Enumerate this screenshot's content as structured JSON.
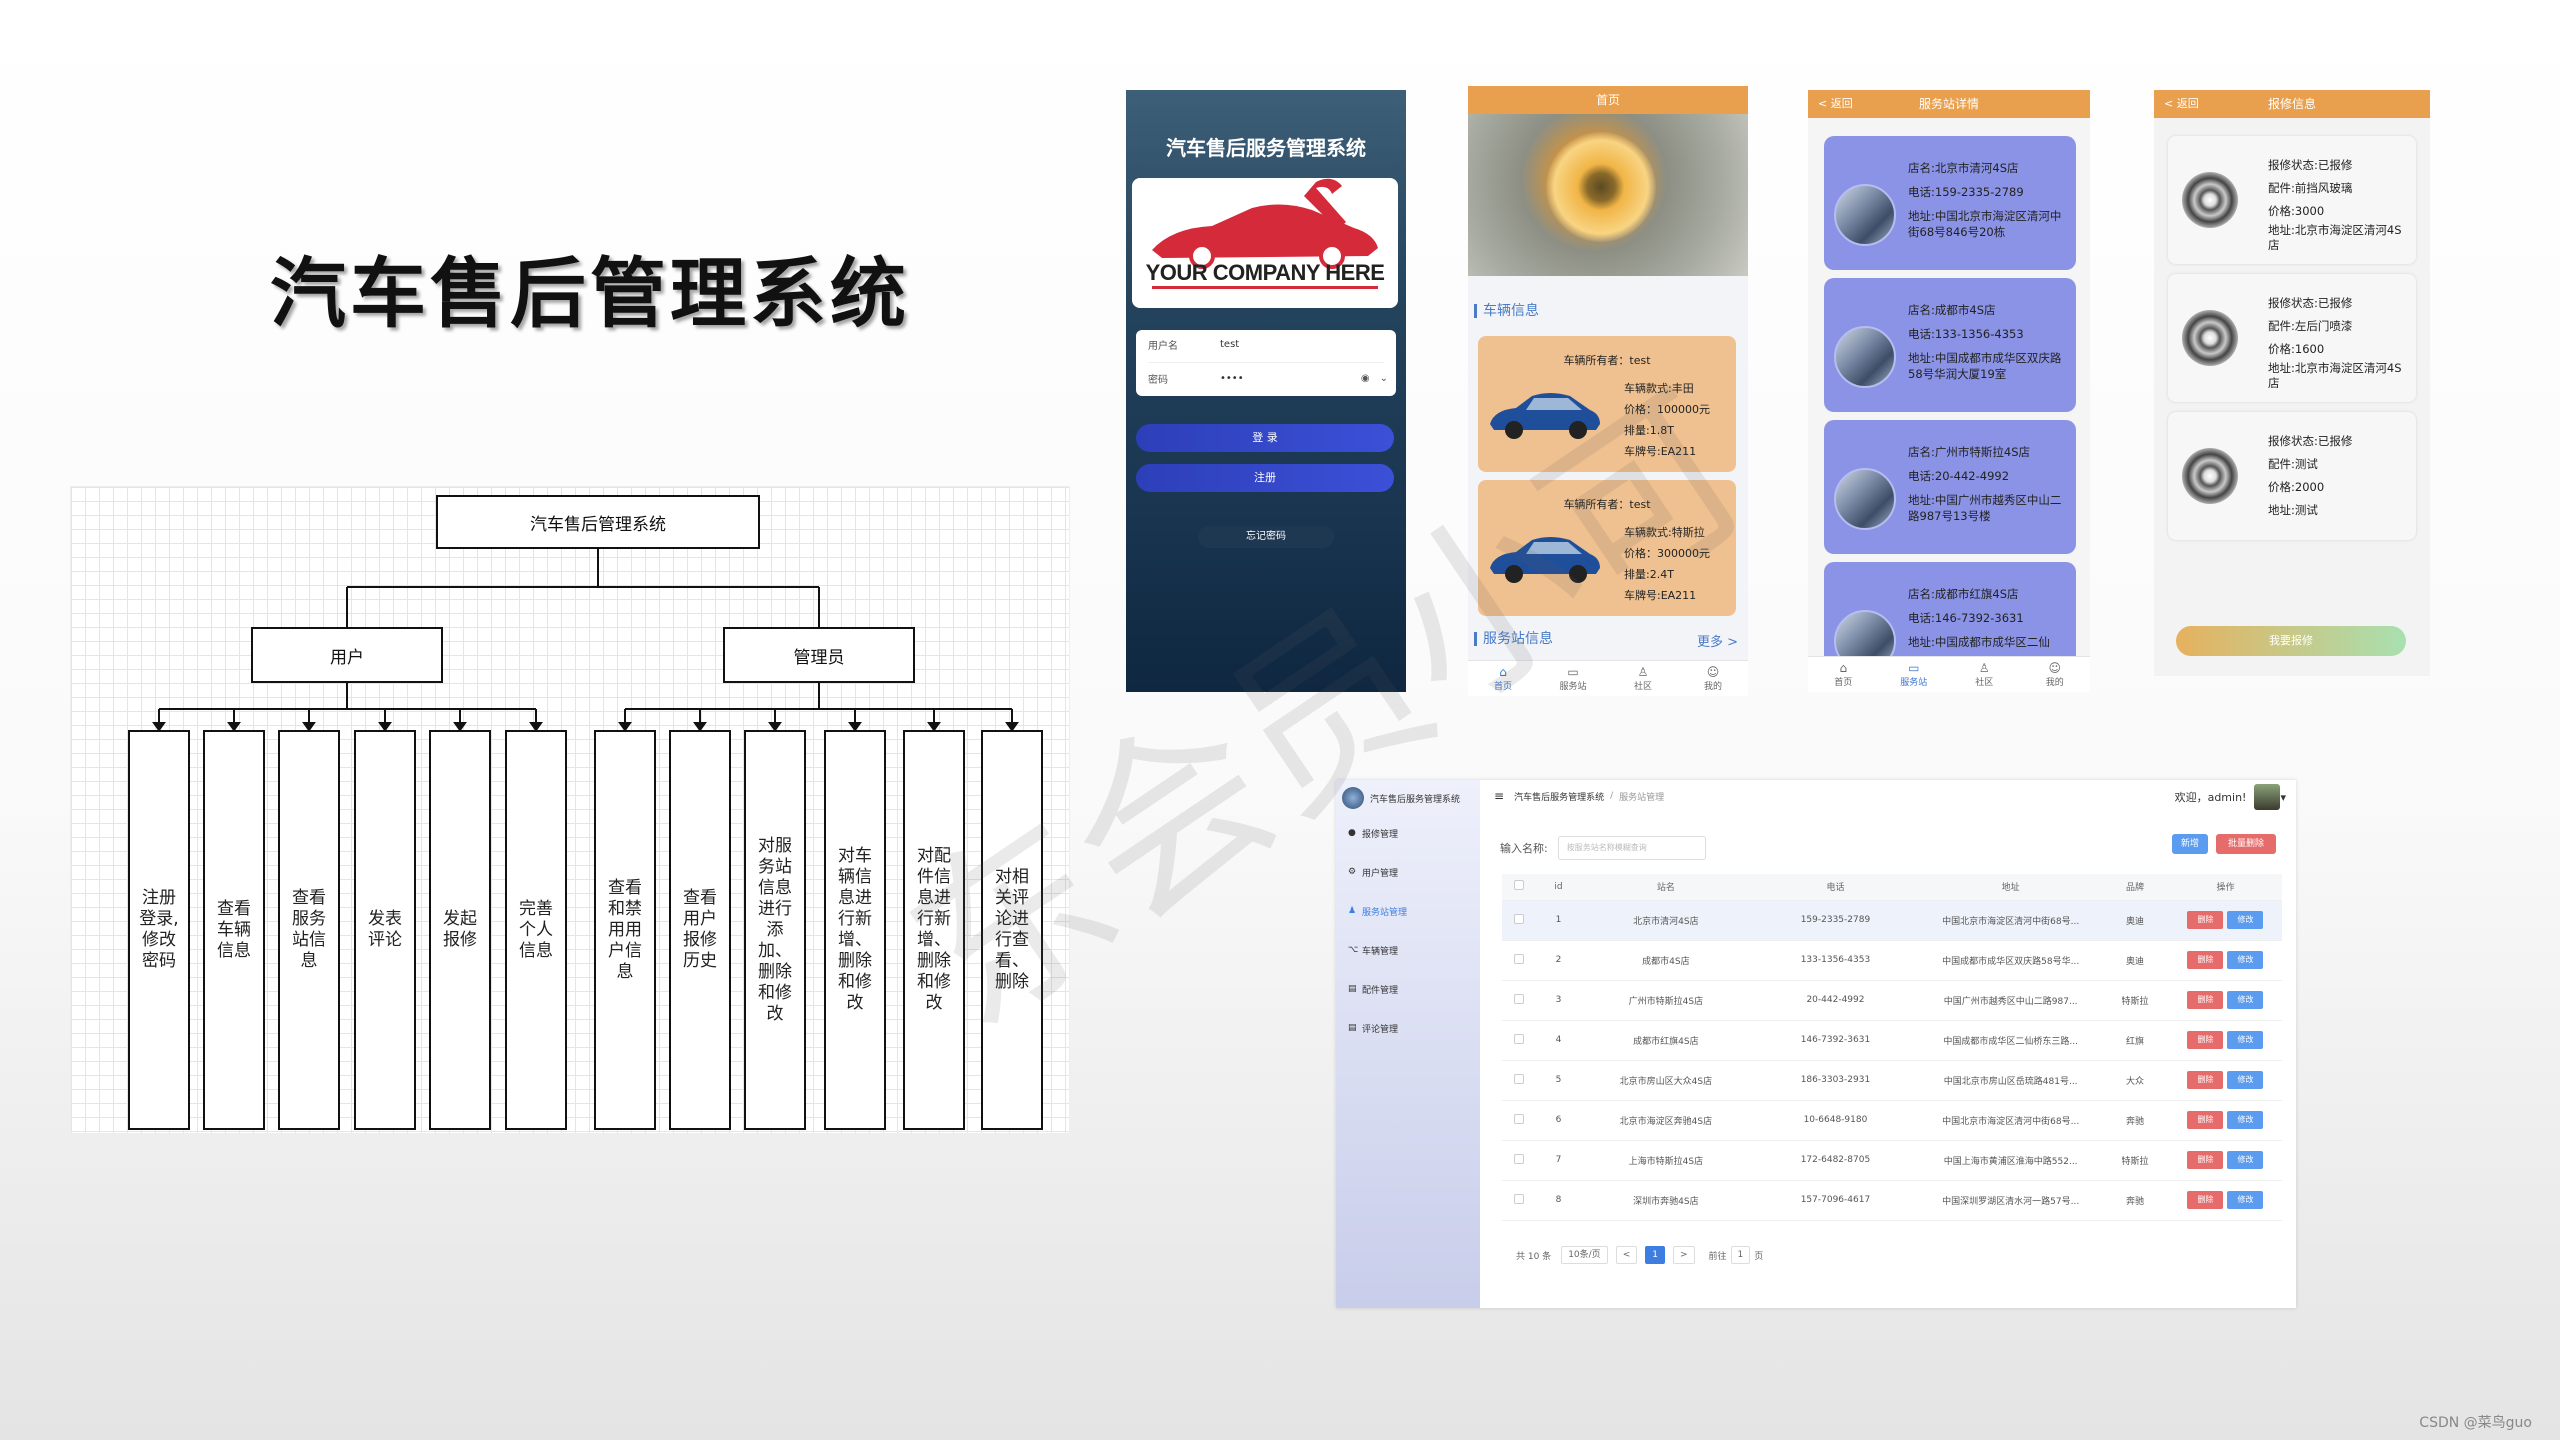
{
  "slide_title": "汽车售后管理系统",
  "diagram": {
    "root": "汽车售后管理系统",
    "user": "用户",
    "admin": "管理员",
    "user_leaves": [
      "注册登录,修改密码",
      "查看车辆信息",
      "查看服务站信息",
      "发表评论",
      "发起报修",
      "完善个人信息"
    ],
    "admin_leaves": [
      "查看和禁用用户信息",
      "查看用户报修历史",
      "对服务站信息进行添加、删除和修改",
      "对车辆信息进行新增、删除和修改",
      "对配件信息进行新增、删除和修改",
      "对相关评论进行查看、删除"
    ]
  },
  "login": {
    "title": "汽车售后服务管理系统",
    "logo_text": "YOUR COMPANY HERE",
    "username_label": "用户名",
    "username_value": "test",
    "password_label": "密码",
    "password_value": "••••",
    "login_btn": "登 录",
    "register_btn": "注册",
    "forgot_btn": "忘记密码"
  },
  "home": {
    "header": "首页",
    "section_vehicles": "车辆信息",
    "cars": [
      {
        "owner": "车辆所有者：test",
        "model": "车辆款式:丰田",
        "price": "价格：100000元",
        "displacement": "排量:1.8T",
        "plate": "车牌号:EA211"
      },
      {
        "owner": "车辆所有者：test",
        "model": "车辆款式:特斯拉",
        "price": "价格：300000元",
        "displacement": "排量:2.4T",
        "plate": "车牌号:EA211"
      }
    ],
    "section_stations": "服务站信息",
    "more": "更多 >",
    "tabs": [
      "首页",
      "服务站",
      "社区",
      "我的"
    ]
  },
  "stations_page": {
    "back": "< 返回",
    "header": "服务站详情",
    "stations": [
      {
        "name": "店名:北京市清河4S店",
        "phone": "电话:159-2335-2789",
        "address": "地址:中国北京市海淀区清河中街68号846号20栋"
      },
      {
        "name": "店名:成都市4S店",
        "phone": "电话:133-1356-4353",
        "address": "地址:中国成都市成华区双庆路58号华润大厦19室"
      },
      {
        "name": "店名:广州市特斯拉4S店",
        "phone": "电话:20-442-4992",
        "address": "地址:中国广州市越秀区中山二路987号13号楼"
      },
      {
        "name": "店名:成都市红旗4S店",
        "phone": "电话:146-7392-3631",
        "address": "地址:中国成都市成华区二仙"
      }
    ],
    "tabs": [
      "首页",
      "服务站",
      "社区",
      "我的"
    ]
  },
  "repair_page": {
    "back": "< 返回",
    "header": "报修信息",
    "items": [
      {
        "status": "报修状态:已报修",
        "part": "配件:前挡风玻璃",
        "price": "价格:3000",
        "address": "地址:北京市海淀区清河4S店"
      },
      {
        "status": "报修状态:已报修",
        "part": "配件:左后门喷漆",
        "price": "价格:1600",
        "address": "地址:北京市海淀区清河4S店"
      },
      {
        "status": "报修状态:已报修",
        "part": "配件:测试",
        "price": "价格:2000",
        "address": "地址:测试"
      }
    ],
    "button": "我要报修"
  },
  "admin": {
    "brand": "汽车售后服务管理系统",
    "menu": [
      "报修管理",
      "用户管理",
      "服务站管理",
      "车辆管理",
      "配件管理",
      "评论管理"
    ],
    "breadcrumb": [
      "汽车售后服务管理系统",
      "服务站管理"
    ],
    "welcome": "欢迎，admin!",
    "search_label": "输入名称:",
    "search_placeholder": "按服务站名称模糊查询",
    "btn_add": "新增",
    "btn_bulk_delete": "批量删除",
    "columns": [
      "",
      "id",
      "站名",
      "电话",
      "地址",
      "品牌",
      "操作"
    ],
    "rows": [
      [
        "1",
        "北京市清河4S店",
        "159-2335-2789",
        "中国北京市海淀区清河中街68号...",
        "奥迪"
      ],
      [
        "2",
        "成都市4S店",
        "133-1356-4353",
        "中国成都市成华区双庆路58号华...",
        "奥迪"
      ],
      [
        "3",
        "广州市特斯拉4S店",
        "20-442-4992",
        "中国广州市越秀区中山二路987...",
        "特斯拉"
      ],
      [
        "4",
        "成都市红旗4S店",
        "146-7392-3631",
        "中国成都市成华区二仙桥东三路...",
        "红旗"
      ],
      [
        "5",
        "北京市房山区大众4S店",
        "186-3303-2931",
        "中国北京市房山区岳琉路481号...",
        "大众"
      ],
      [
        "6",
        "北京市海淀区奔驰4S店",
        "10-6648-9180",
        "中国北京市海淀区清河中街68号...",
        "奔驰"
      ],
      [
        "7",
        "上海市特斯拉4S店",
        "172-6482-8705",
        "中国上海市黄浦区淮海中路552...",
        "特斯拉"
      ],
      [
        "8",
        "深圳市奔驰4S店",
        "157-7096-4617",
        "中国深圳罗湖区清水河一路57号...",
        "奔驰"
      ]
    ],
    "op_delete": "删除",
    "op_edit": "修改",
    "pager": {
      "total": "共 10 条",
      "size": "10条/页",
      "prev": "<",
      "page": "1",
      "next": ">",
      "goto": "前往",
      "goto_value": "1",
      "page_unit": "页"
    }
  },
  "watermark": "东会员小可",
  "credit": "CSDN @菜鸟guo"
}
